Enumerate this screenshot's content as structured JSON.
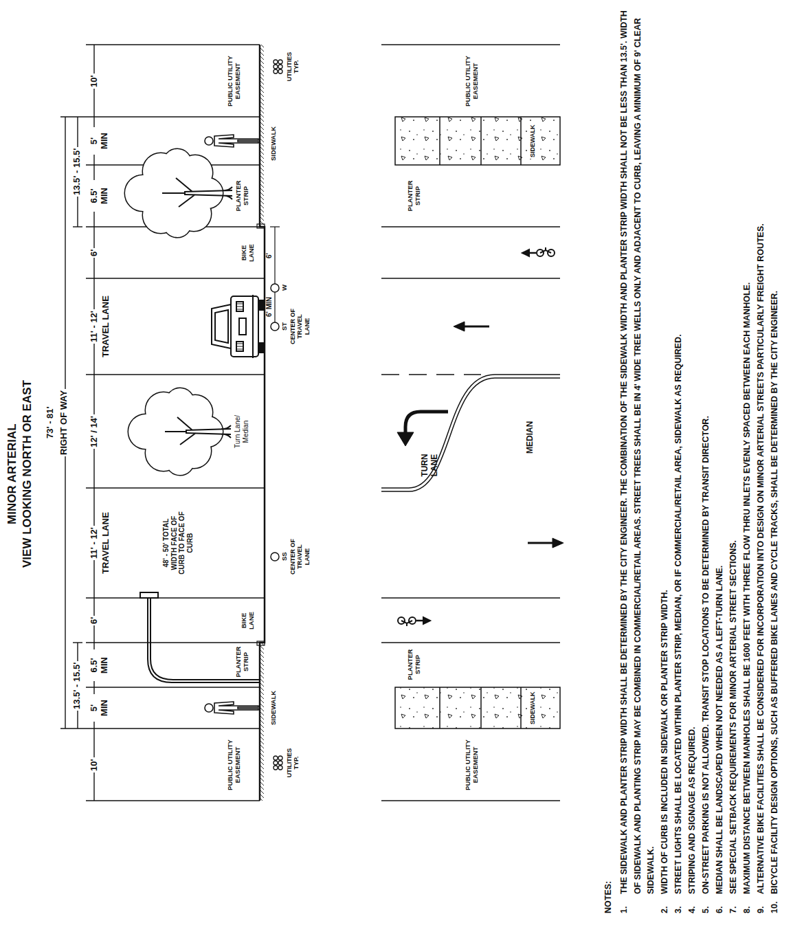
{
  "diagram": {
    "title": "MINOR ARTERIAL",
    "labels": [
      "VIEW LOOKING NORTH OR EAST",
      "73' - 81'",
      "RIGHT OF WAY",
      "13.5' - 15.5'",
      "13.5' - 15.5'",
      "10'",
      "5' MIN",
      "6.5' MIN",
      "6'",
      "11' - 12'",
      "TRAVEL LANE",
      "12' / 14'",
      "11' - 12'",
      "TRAVEL LANE",
      "6'",
      "6.5' MIN",
      "5' MIN",
      "10'",
      "48' - 50' TOTAL WIDTH FACE OF CURB TO FACE OF CURB",
      "Turn Lane/ Median",
      "PUBLIC UTILITY EASEMENT",
      "PLANTER STRIP",
      "BIKE LANE",
      "PLANTER STRIP",
      "BIKE LANE",
      "PUBLIC UTILITY EASEMENT",
      "SIDEWALK",
      "UTILITIES TYP.",
      "SS",
      "CENTER OF TRAVEL LANE",
      "6' MIN",
      "6'",
      "W",
      "ST",
      "CENTER OF TRAVEL LANE",
      "SIDEWALK",
      "UTILITIES TYP.",
      "PUBLIC UTILITY EASEMENT",
      "SIDEWALK",
      "PLANTER STRIP",
      "TURN LANE",
      "MEDIAN",
      "PLANTER STRIP",
      "SIDEWALK",
      "PUBLIC UTILITY EASEMENT",
      "NOTES:",
      "1.",
      "THE SIDEWALK AND PLANTER STRIP WIDTH SHALL BE DETERMINED BY THE CITY ENGINEER. THE COMBINATION OF THE SIDEWALK WIDTH AND PLANTER STRIP WIDTH SHALL NOT BE LESS THAN 13.5'. WIDTH OF SIDEWALK AND PLANTING STRIP MAY BE COMBINED IN COMMERCIAL/RETAIL AREAS. STREET TREES SHALL BE IN 4' WIDE TREE WELLS ONLY AND ADJACENT TO CURB, LEAVING A MINIMUM OF 9' CLEAR SIDEWALK.",
      "2.",
      "WIDTH OF CURB IS INCLUDED IN SIDEWALK OR PLANTER STRIP WIDTH.",
      "3.",
      "STREET LIGHTS SHALL BE LOCATED WITHIN PLANTER STRIP, MEDIAN, OR IF COMMERCIAL/RETAIL AREA, SIDEWALK AS REQUIRED.",
      "4.",
      "STRIPING AND SIGNAGE AS REQUIRED.",
      "5.",
      "ON-STREET PARKING IS NOT ALLOWED. TRANSIT STOP LOCATIONS TO BE DETERMINED BY TRANSIT DIRECTOR.",
      "6.",
      "MEDIAN SHALL BE LANDSCAPED WHEN NOT NEEDED AS A LEFT-TURN LANE.",
      "7.",
      "SEE SPECIAL SETBACK REQUIREMENTS FOR MINOR ARTERIAL STREET SECTIONS.",
      "8.",
      "MAXIMUM DISTANCE BETWEEN MANHOLES SHALL BE 1600 FEET WITH THREE FLOW THRU INLETS EVENLY SPACED BETWEEN EACH MANHOLE.",
      "9.",
      "ALTERNATIVE BIKE FACILITIES SHALL BE CONSIDERED FOR INCORPORATION INTO DESIGN ON MINOR ARTERIAL STREETS PARTICULARLY FREIGHT ROUTES.",
      "10.",
      "BICYCLE FACILITY DESIGN OPTIONS, SUCH AS BUFFERED BIKE LANES AND CYCLE TRACKS, SHALL BE DETERMINED BY THE CITY ENGINEER."
    ]
  }
}
